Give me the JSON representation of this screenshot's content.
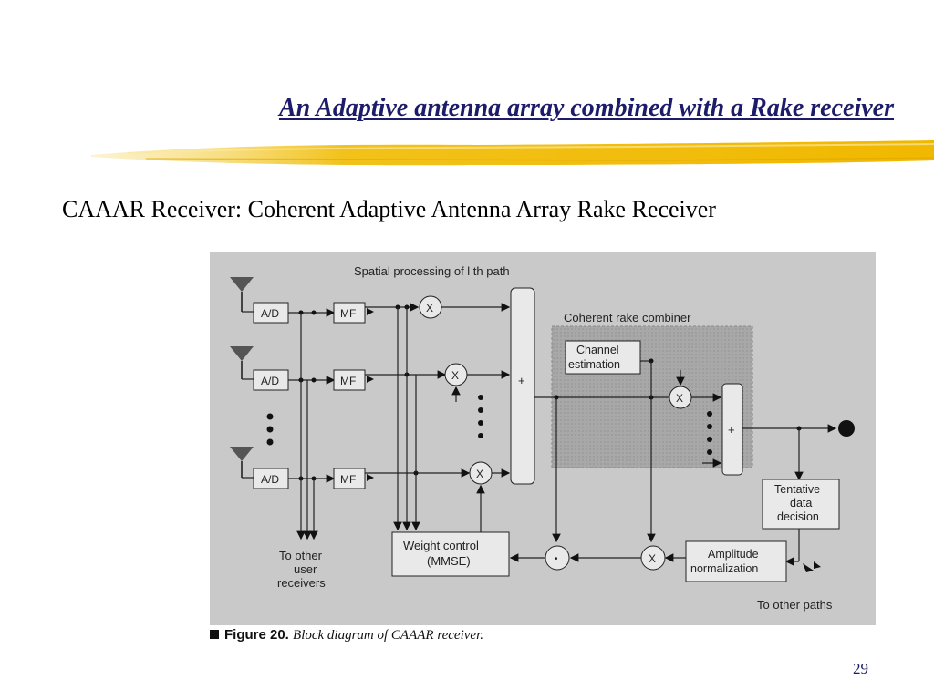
{
  "slide": {
    "title": "An Adaptive antenna array combined with a Rake receiver",
    "subtitle": "CAAAR Receiver: Coherent Adaptive Antenna Array Rake Receiver",
    "page_number": "29"
  },
  "figure": {
    "caption_prefix": "Figure 20.",
    "caption_text": "Block diagram of CAAAR receiver.",
    "labels": {
      "spatial_processing": "Spatial processing of l th path",
      "coherent_rake_combiner": "Coherent rake combiner",
      "ad": "A/D",
      "mf": "MF",
      "multiplier": "X",
      "adder": "+",
      "channel_estimation_1": "Channel",
      "channel_estimation_2": "estimation",
      "tentative_1": "Tentative",
      "tentative_2": "data",
      "tentative_3": "decision",
      "weight_control_1": "Weight control",
      "weight_control_2": "(MMSE)",
      "amplitude_1": "Amplitude",
      "amplitude_2": "normalization",
      "to_other_user_1": "To other",
      "to_other_user_2": "user",
      "to_other_user_3": "receivers",
      "to_other_paths": "To other paths"
    }
  },
  "colors": {
    "title": "#1c1c6a",
    "brush": "#f2c21a",
    "figure_bg": "#c9c9c9",
    "box_fill": "#e9e9e9",
    "combiner_bg": "#a8a8a8"
  }
}
